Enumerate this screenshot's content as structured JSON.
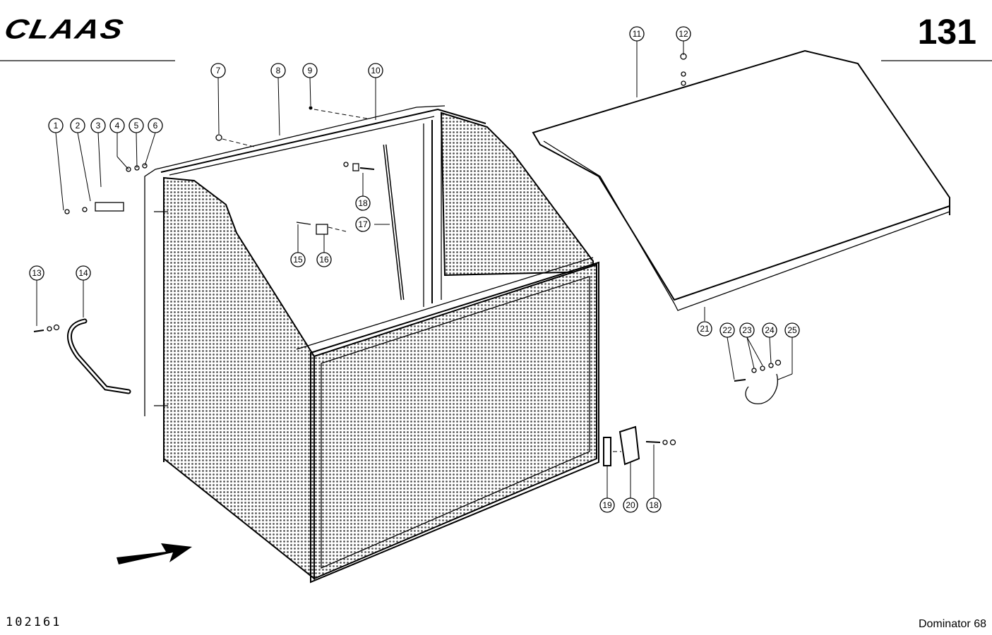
{
  "header": {
    "logo_text": "CLAAS",
    "page_number": "131"
  },
  "footer": {
    "doc_number": "102161",
    "model": "Dominator 68"
  },
  "callouts": [
    "1",
    "2",
    "3",
    "4",
    "5",
    "6",
    "7",
    "8",
    "9",
    "10",
    "11",
    "12",
    "13",
    "14",
    "15",
    "16",
    "17",
    "18",
    "18",
    "19",
    "20",
    "21",
    "22",
    "23",
    "24",
    "25"
  ],
  "colors": {
    "ink": "#000000",
    "paper": "#ffffff"
  }
}
